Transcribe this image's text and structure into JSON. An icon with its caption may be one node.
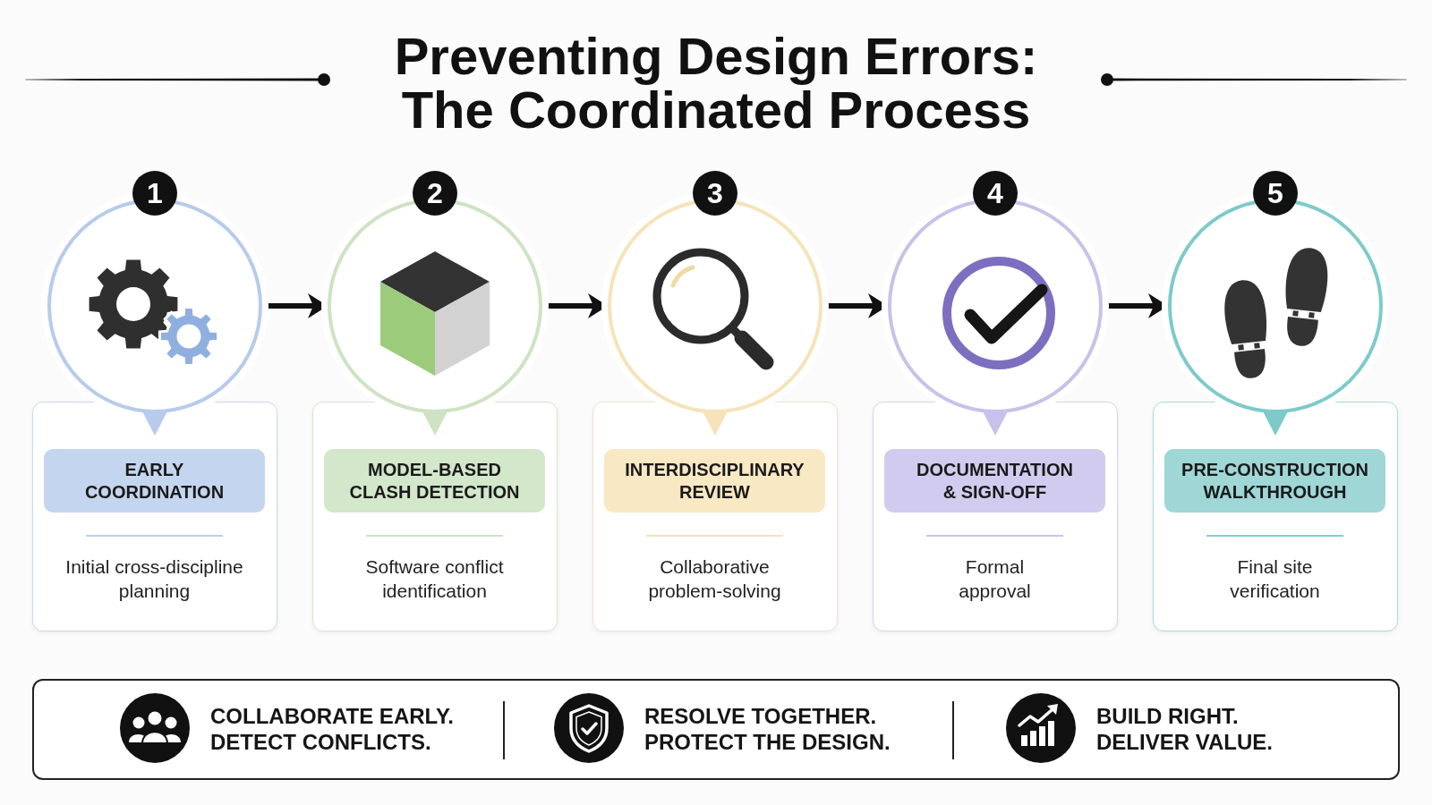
{
  "diagram": {
    "title": "Preventing Design Errors: The Coordinated Process",
    "nodes": [
      {
        "text": [
          "1"
        ]
      },
      {
        "text": [],
        "shape": "circle"
      },
      {
        "text": [
          "EARLY COORDINATION",
          "Initial cross-discipline planning"
        ]
      },
      {
        "text": [
          "2"
        ]
      },
      {
        "text": [],
        "shape": "circle"
      },
      {
        "text": [
          "MODEL-BASED CLASH DETECTION",
          "Software conflict identification"
        ]
      },
      {
        "text": [
          "3"
        ]
      },
      {
        "text": [],
        "shape": "circle"
      },
      {
        "text": [
          "INTERDISCIPLINARY REVIEW",
          "Collaborative problem-solving"
        ]
      },
      {
        "text": [
          "4"
        ]
      },
      {
        "text": [],
        "shape": "circle"
      },
      {
        "text": [
          "DOCUMENTATION & SIGN-OFF",
          "Formal approval"
        ]
      },
      {
        "text": [
          "5"
        ]
      },
      {
        "text": [],
        "shape": "circle"
      },
      {
        "text": [
          "PRE-CONSTRUCTION WALKTHROUGH",
          "Final site verification"
        ]
      },
      {
        "text": [
          "COLLABORATE EARLY. DETECT CONFLICTS.",
          "RESOLVE TOGETHER. PROTECT THE DESIGN.",
          "BUILD RIGHT. DELIVER VALUE."
        ]
      }
    ],
    "edges": [
      {
        "from": 1,
        "to": 4,
        "arrow": "to"
      },
      {
        "from": 4,
        "to": 7,
        "arrow": "to"
      },
      {
        "from": 7,
        "to": 10,
        "arrow": "to"
      },
      {
        "from": 10,
        "to": 13,
        "arrow": "to"
      }
    ]
  }
}
